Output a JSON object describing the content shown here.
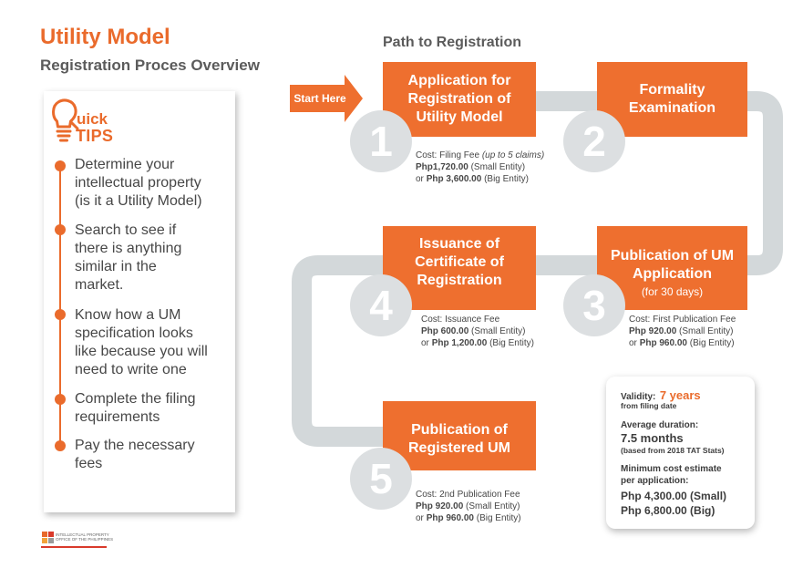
{
  "header": {
    "title": "Utility Model",
    "subtitle": "Registration Proces Overview"
  },
  "tips": {
    "icon": "lightbulb-icon",
    "icon_text_rest": "uick",
    "icon_text_tips": "TIPS",
    "items": [
      {
        "lines": [
          "Determine your",
          "intellectual property",
          "(is it a Utility Model)"
        ]
      },
      {
        "lines": [
          "Search to see if",
          "there is anything",
          "similar in the",
          "market."
        ]
      },
      {
        "lines": [
          "Know how a UM",
          "specification looks",
          "like because you will",
          "need to write one"
        ]
      },
      {
        "lines": [
          "Complete the filing",
          "requirements"
        ]
      },
      {
        "lines": [
          "Pay the necessary",
          "fees"
        ]
      }
    ]
  },
  "path": {
    "title": "Path to Registration",
    "start_label": "Start Here",
    "steps": [
      {
        "number": "1",
        "lines": [
          "Application for",
          "Registration of",
          "Utility Model"
        ],
        "cost": {
          "label": "Cost: Filing Fee",
          "note": "(up to 5 claims)",
          "small_price": "Php1,720.00",
          "small_label": "(Small Entity)",
          "big_prefix": "or",
          "big_price": "Php 3,600.00",
          "big_label": "(Big Entity)"
        }
      },
      {
        "number": "2",
        "lines": [
          "Formality",
          "Examination"
        ]
      },
      {
        "number": "3",
        "lines": [
          "Publication of UM",
          "Application"
        ],
        "sub": "(for 30 days)",
        "cost": {
          "label": "Cost: First Publication Fee",
          "small_price": "Php 920.00",
          "small_label": "(Small Entity)",
          "big_prefix": "or",
          "big_price": "Php 960.00",
          "big_label": "(Big Entity)"
        }
      },
      {
        "number": "4",
        "lines": [
          "Issuance of",
          "Certificate of",
          "Registration"
        ],
        "cost": {
          "label": "Cost: Issuance Fee",
          "small_price": "Php 600.00",
          "small_label": "(Small Entity)",
          "big_prefix": "or",
          "big_price": "Php 1,200.00",
          "big_label": "(Big Entity)"
        }
      },
      {
        "number": "5",
        "lines": [
          "Publication of",
          "Registered UM"
        ],
        "cost": {
          "label": "Cost: 2nd Publication Fee",
          "small_price": "Php 920.00",
          "small_label": "(Small Entity)",
          "big_prefix": "or",
          "big_price": "Php 960.00",
          "big_label": "(Big Entity)"
        }
      }
    ]
  },
  "summary": {
    "validity_label": "Validity:",
    "validity_value": "7 years",
    "validity_note": "from filing date",
    "duration_label": "Average duration:",
    "duration_value": "7.5 months",
    "duration_note": "(based from 2018 TAT Stats)",
    "cost_label_lines": [
      "Minimum cost estimate",
      "per application:"
    ],
    "cost_small": "Php 4,300.00 (Small)",
    "cost_big": "Php 6,800.00 (Big)"
  },
  "footer": {
    "org_lines": [
      "INTELLECTUAL PROPERTY",
      "OFFICE OF THE PHILIPPINES"
    ]
  },
  "colors": {
    "accent": "#ea6b2c",
    "box": "#ee6f2f",
    "band": "#d3d8da",
    "circle": "#dcdfe1",
    "text": "#474747"
  }
}
